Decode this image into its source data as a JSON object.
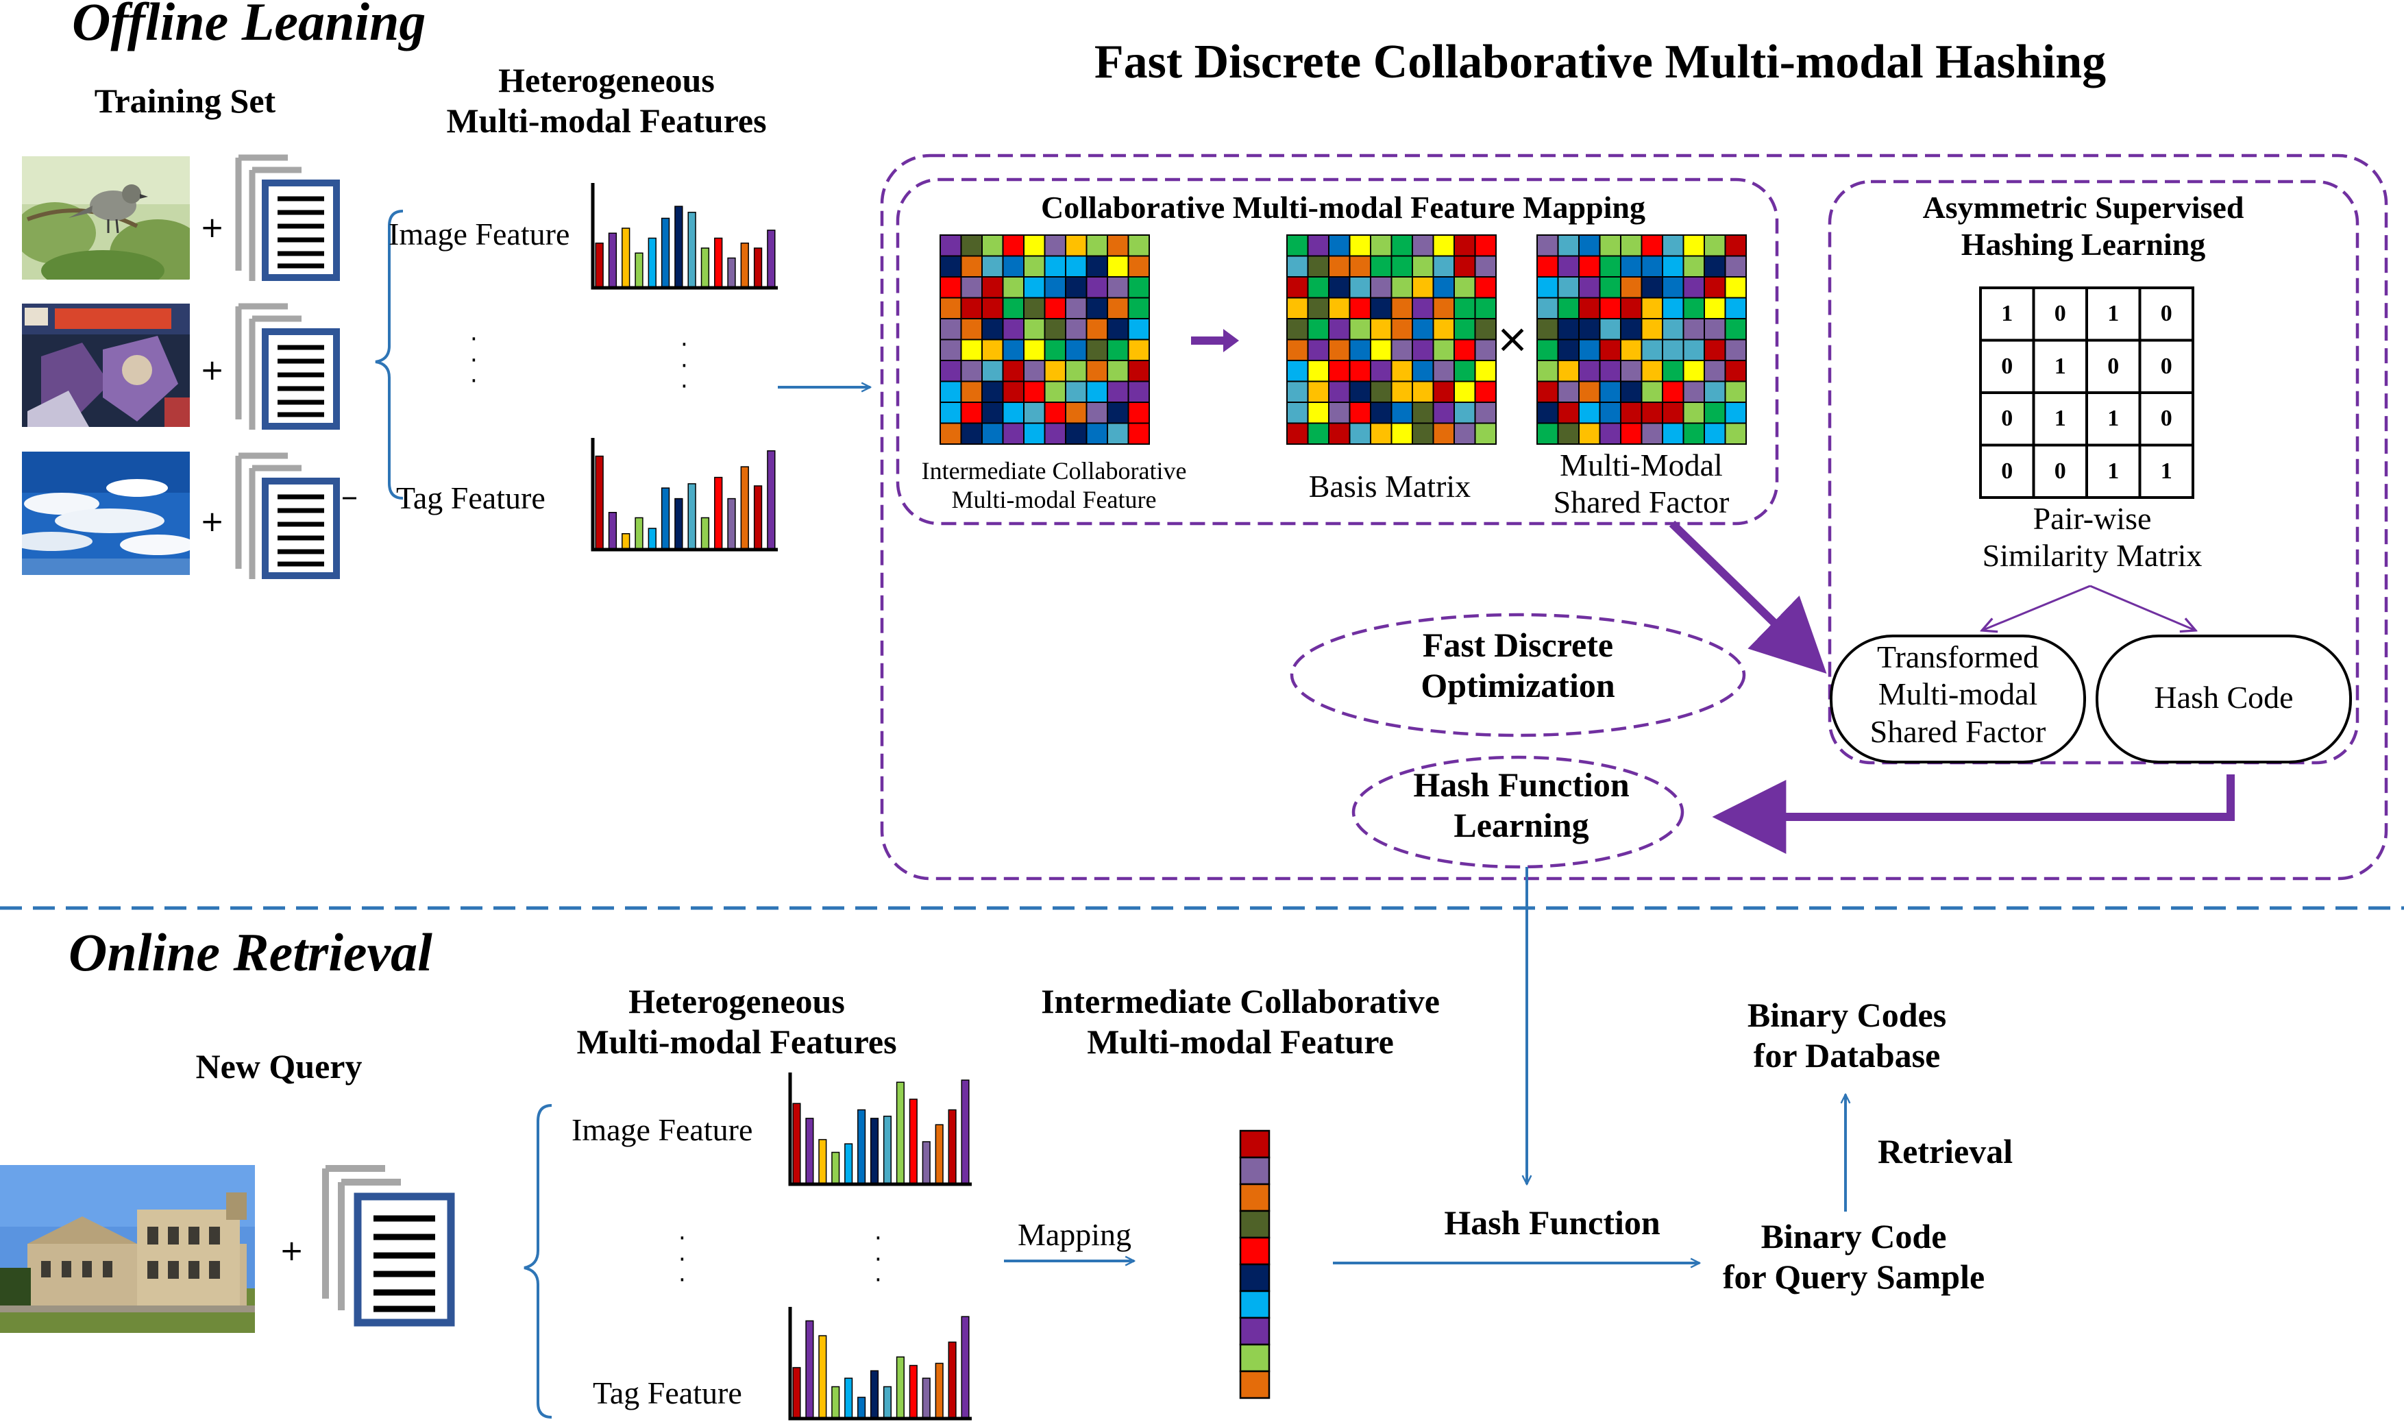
{
  "title": "Fast Discrete Collaborative Multi-modal Hashing",
  "offline": {
    "section_label": "Offline Leaning",
    "training_set_label": "Training Set",
    "hetero_features_label": [
      "Heterogeneous",
      "Multi-modal Features"
    ],
    "image_feature_label": "Image Feature",
    "tag_feature_label": "Tag Feature",
    "plus": "+",
    "dots": "·\n·\n·"
  },
  "mapping_box": {
    "title": "Collaborative Multi-modal Feature Mapping",
    "intermediate_label": [
      "Intermediate Collaborative",
      "Multi-modal Feature"
    ],
    "basis_label": "Basis Matrix",
    "times": "×",
    "shared_factor_label": [
      "Multi-Modal",
      "Shared Factor"
    ]
  },
  "asym_box": {
    "title": [
      "Asymmetric Supervised",
      "Hashing Learning"
    ],
    "matrix": [
      [
        1,
        0,
        1,
        0
      ],
      [
        0,
        1,
        0,
        0
      ],
      [
        0,
        1,
        1,
        0
      ],
      [
        0,
        0,
        1,
        1
      ]
    ],
    "matrix_label": [
      "Pair-wise",
      "Similarity Matrix"
    ],
    "transformed_label": [
      "Transformed",
      "Multi-modal",
      "Shared Factor"
    ],
    "hash_code_label": "Hash Code"
  },
  "optimization_label": [
    "Fast Discrete",
    "Optimization"
  ],
  "hash_learning_label": [
    "Hash Function",
    "Learning"
  ],
  "online": {
    "section_label": "Online Retrieval",
    "new_query_label": "New Query",
    "hetero_features_label": [
      "Heterogeneous",
      "Multi-modal Features"
    ],
    "image_feature_label": "Image Feature",
    "tag_feature_label": "Tag Feature",
    "intermediate_label": [
      "Intermediate Collaborative",
      "Multi-modal Feature"
    ],
    "mapping_label": "Mapping",
    "hash_function_label": "Hash Function",
    "binary_code_query_label": [
      "Binary Code",
      "for Query Sample"
    ],
    "binary_codes_db_label": [
      "Binary Codes",
      "for Database"
    ],
    "retrieval_label": "Retrieval",
    "plus": "+",
    "dots": "·\n·\n·"
  },
  "colors": {
    "purple_dashed": "#7030a0",
    "blue_arrow": "#2e75b6",
    "section_divider": "#2e75b6",
    "doc_icon_blue": "#2f5597",
    "doc_icon_shadow": "#a6a6a6"
  },
  "icons": {
    "training_image_1": "bird-photo",
    "training_image_2": "comic-cover-photo",
    "training_image_3": "sky-clouds-photo",
    "query_image": "mansion-photo",
    "document": "text-document-icon"
  }
}
